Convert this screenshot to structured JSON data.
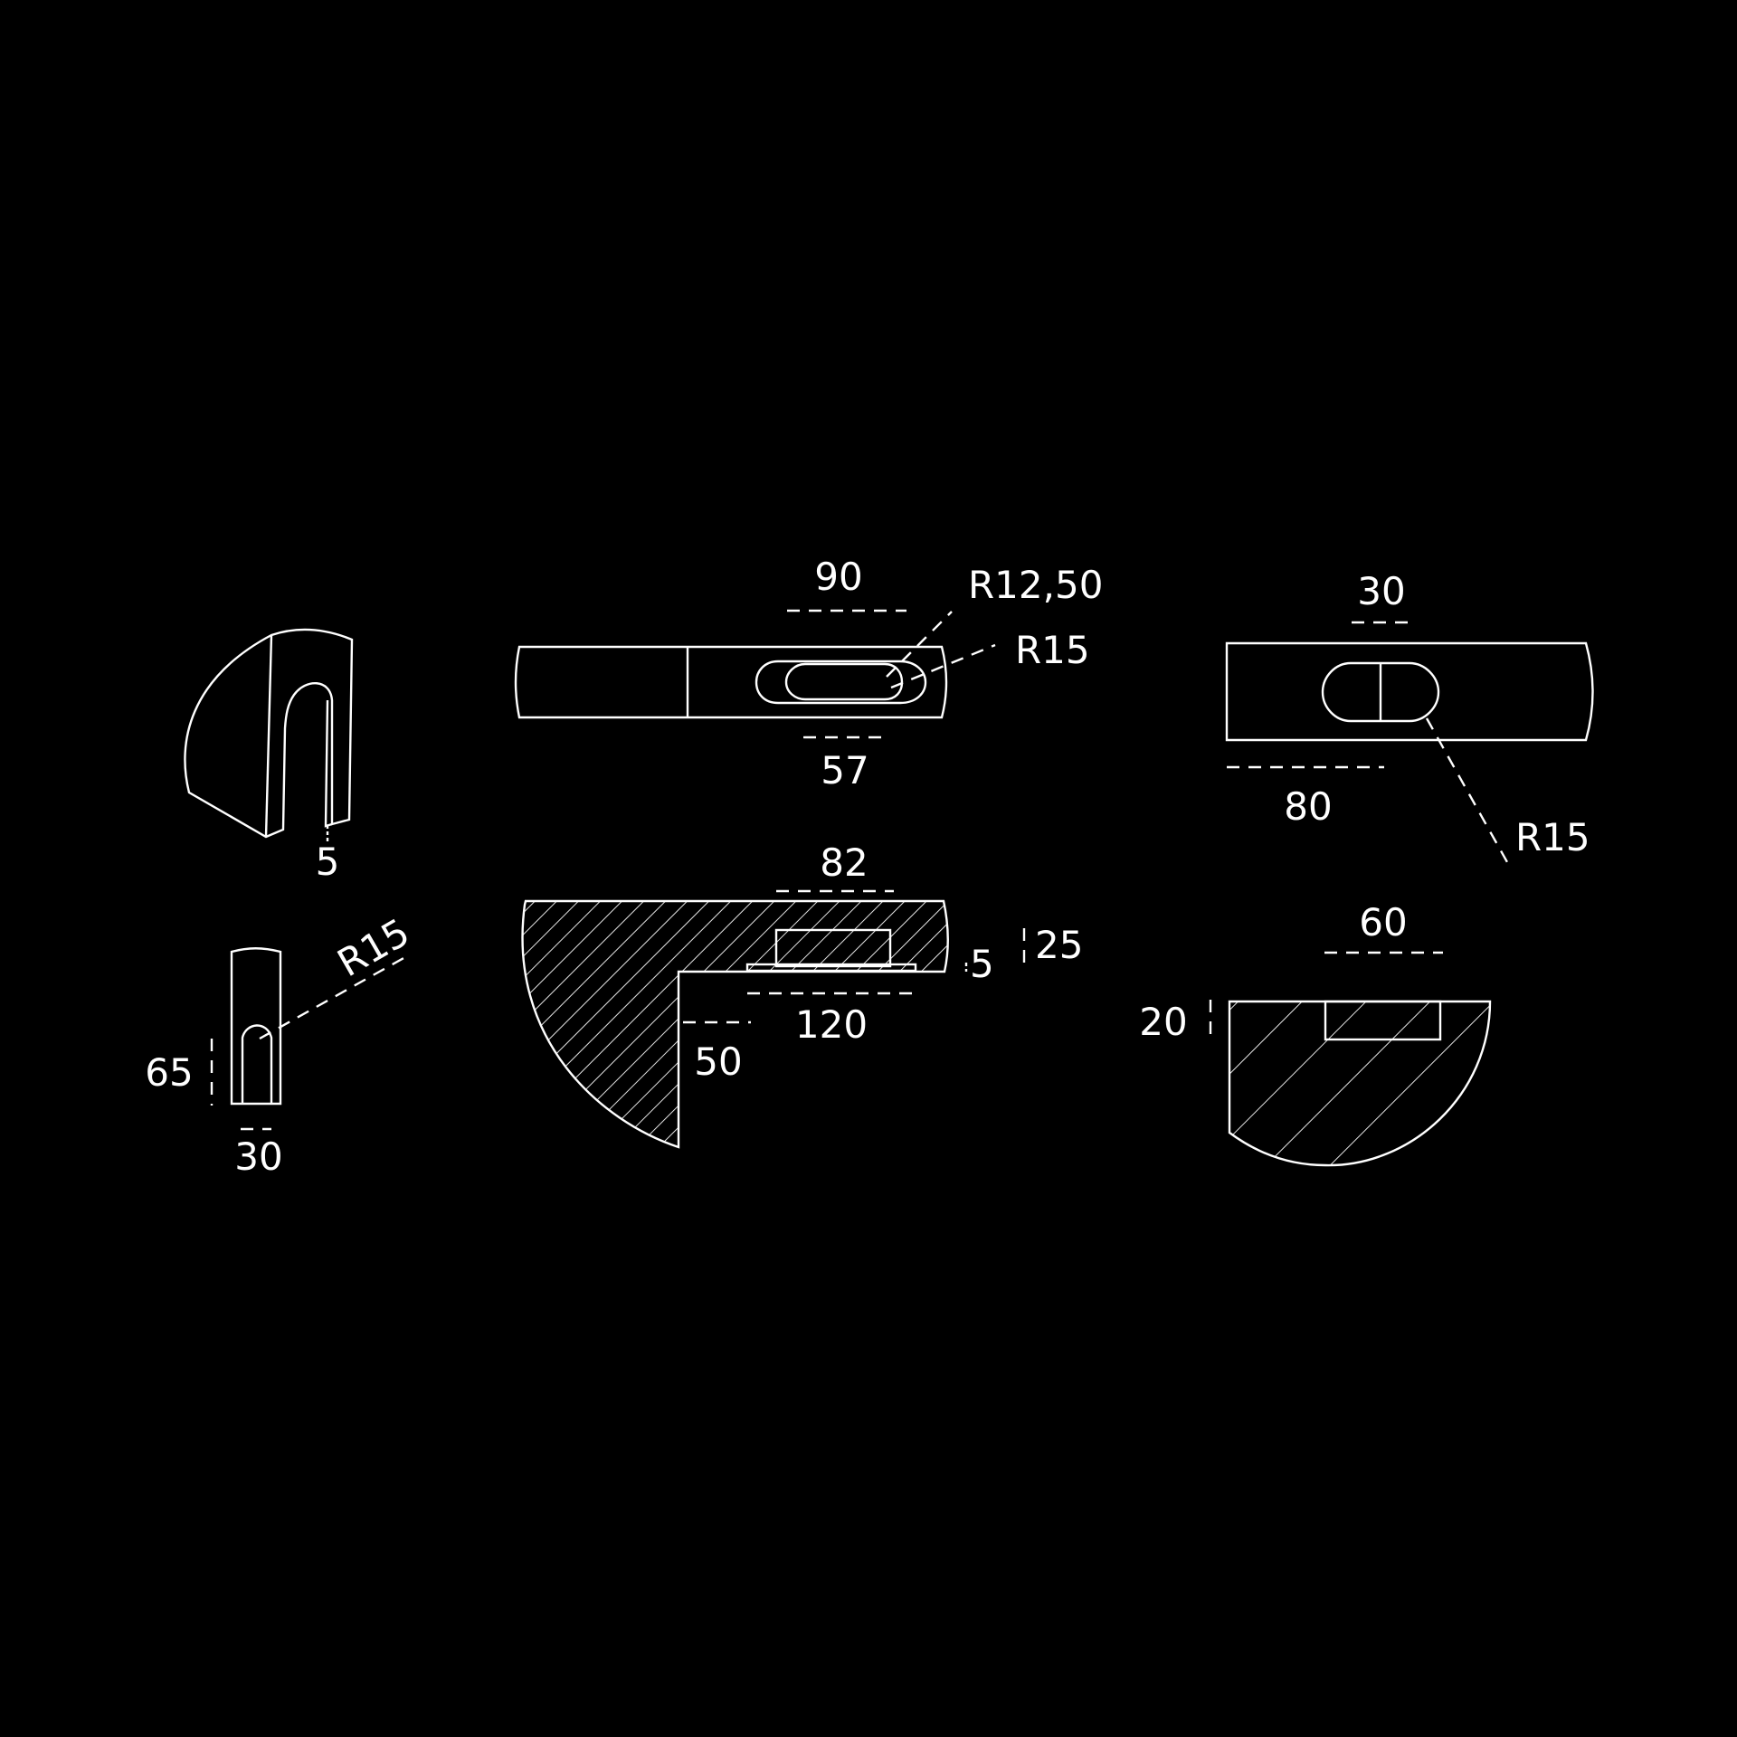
{
  "background_color": "#000000",
  "line_color": "#ffffff",
  "views": {
    "handle_perspective": {
      "depth": "5"
    },
    "handle_side": {
      "height": "65",
      "width": "30",
      "radius": "R15"
    },
    "plate_top": {
      "length": "90",
      "inner_radius": "R12,50",
      "outer_radius": "R15",
      "slot": "57"
    },
    "plate_section": {
      "top": "82",
      "thickness": "25",
      "step": "5",
      "slot": "120",
      "lip": "50"
    },
    "knob_top": {
      "width": "30",
      "length": "80",
      "radius": "R15"
    },
    "knob_section": {
      "width": "60",
      "height": "20"
    }
  }
}
